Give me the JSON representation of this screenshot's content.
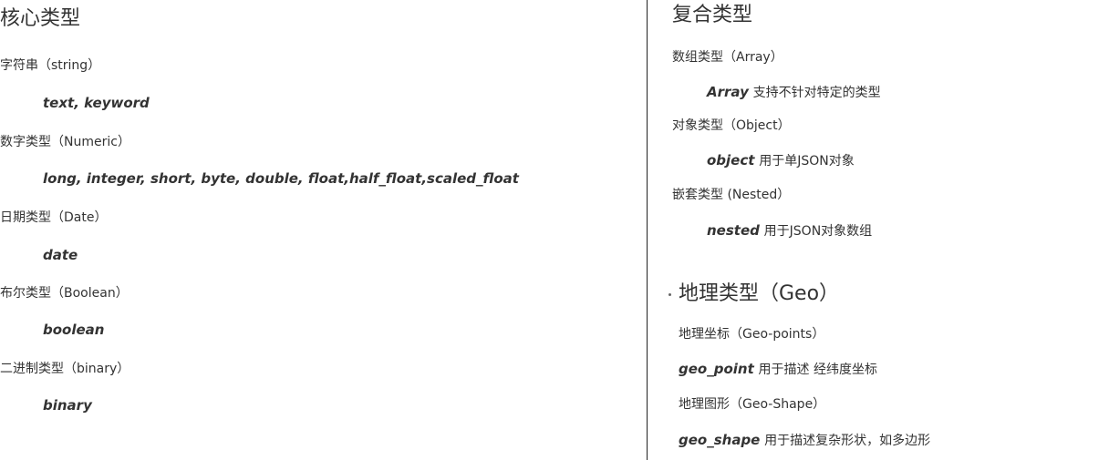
{
  "core": {
    "title": "核心类型",
    "categories": [
      {
        "label": "字符串（string）",
        "values": "text, keyword"
      },
      {
        "label": "数字类型（Numeric）",
        "values": "long, integer, short, byte, double, float,half_float,scaled_float"
      },
      {
        "label": "日期类型（Date）",
        "values": "date"
      },
      {
        "label": "布尔类型（Boolean）",
        "values": "boolean"
      },
      {
        "label": "二进制类型（binary）",
        "values": "binary"
      }
    ]
  },
  "complex": {
    "title": "复合类型",
    "categories": [
      {
        "label": "数组类型（Array）",
        "values": "Array",
        "desc": "支持不针对特定的类型"
      },
      {
        "label": "对象类型（Object）",
        "values": "object",
        "desc": "用于单JSON对象"
      },
      {
        "label": "嵌套类型 (Nested）",
        "values": "nested",
        "desc": "用于JSON对象数组"
      }
    ]
  },
  "geo": {
    "title": "地理类型（Geo）",
    "categories": [
      {
        "label": "地理坐标（Geo-points）",
        "values": "geo_point",
        "desc": "用于描述 经纬度坐标"
      },
      {
        "label": "地理图形（Geo-Shape）",
        "values": "geo_shape",
        "desc": "用于描述复杂形状，如多边形"
      }
    ]
  }
}
